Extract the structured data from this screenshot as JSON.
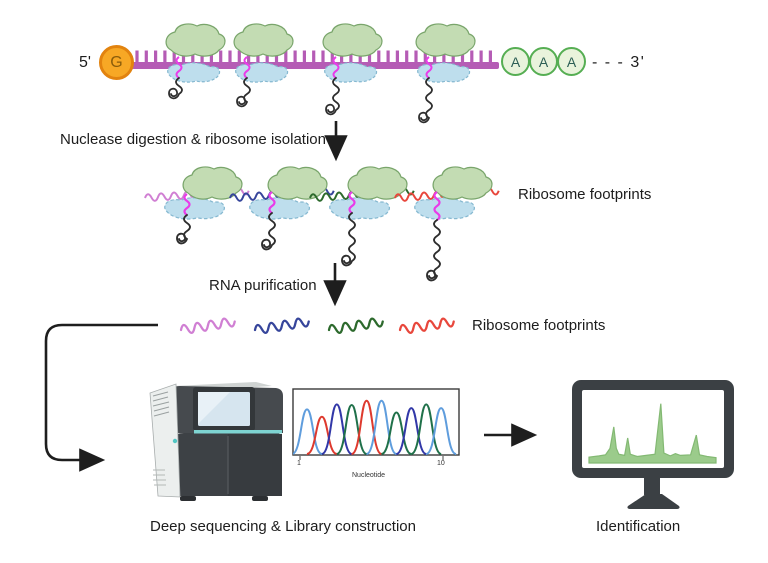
{
  "labels": {
    "five_prime": "5'",
    "cap": "G",
    "polya": [
      "A",
      "A",
      "A"
    ],
    "three_prime": "- - - 3'",
    "step1": "Nuclease digestion & ribosome isolation",
    "step2": "RNA purification",
    "footprints_a": "Ribosome footprints",
    "footprints_b": "Ribosome footprints",
    "deep_seq": "Deep sequencing & Library construction",
    "identification": "Identification"
  },
  "colors": {
    "mrna": "#b55cb5",
    "magenta_fragment": "#e93ce9",
    "cap_fill": "#f7a825",
    "cap_border": "#e2830f",
    "cap_letter": "#8a5c0a",
    "ribosome_large_subunit": "#c3dcb3",
    "ribosome_large_border": "#79a56b",
    "ribosome_small_subunit": "#bedeed",
    "ribosome_small_border": "#85b8d0",
    "polya_fill": "#e9f3dc",
    "polya_border": "#56ae53",
    "nascent_chain": "#2e2e2e",
    "footprint_pink": "#d07fd3",
    "footprint_navy": "#36459b",
    "footprint_green": "#2d6a2d",
    "footprint_red": "#e8473c",
    "arrow": "#1e1e1e",
    "trace_lightblue": "#5f9ddd",
    "trace_red": "#de3a2e",
    "trace_navy": "#3238a8",
    "trace_green": "#20714a",
    "monitor_chart_fill": "#9bcb8b",
    "monitor_chart_border": "#83b973",
    "machine_body": "#3d4145",
    "machine_accent_teal": "#7ed4d2"
  },
  "chart_data": [
    {
      "type": "line",
      "name": "sanger-chromatogram",
      "title": "",
      "xlabel": "Nucleotide",
      "ylabel": "",
      "x_ticks": [
        "1",
        "10"
      ],
      "x_range": [
        1,
        10
      ],
      "grid": false,
      "legend": "none",
      "peaks": [
        {
          "pos": 1,
          "base_color": "trace_lightblue",
          "height": 0.72
        },
        {
          "pos": 2,
          "base_color": "trace_red",
          "height": 0.6
        },
        {
          "pos": 3,
          "base_color": "trace_navy",
          "height": 0.8
        },
        {
          "pos": 4,
          "base_color": "trace_green",
          "height": 0.79
        },
        {
          "pos": 5,
          "base_color": "trace_red",
          "height": 0.86
        },
        {
          "pos": 6,
          "base_color": "trace_lightblue",
          "height": 0.86
        },
        {
          "pos": 7,
          "base_color": "trace_green",
          "height": 0.67
        },
        {
          "pos": 8,
          "base_color": "trace_navy",
          "height": 0.74
        },
        {
          "pos": 9,
          "base_color": "trace_green",
          "height": 0.8
        },
        {
          "pos": 10,
          "base_color": "trace_lightblue",
          "height": 0.74
        }
      ]
    },
    {
      "type": "area",
      "name": "identification-read-density",
      "title": "",
      "xlabel": "",
      "ylabel": "",
      "grid": false,
      "series_color_key": "monitor_chart_fill",
      "points": [
        [
          0,
          0.05
        ],
        [
          0.08,
          0.07
        ],
        [
          0.13,
          0.09
        ],
        [
          0.165,
          0.2
        ],
        [
          0.195,
          0.57
        ],
        [
          0.215,
          0.2
        ],
        [
          0.235,
          0.1
        ],
        [
          0.28,
          0.08
        ],
        [
          0.305,
          0.38
        ],
        [
          0.325,
          0.1
        ],
        [
          0.38,
          0.06
        ],
        [
          0.45,
          0.08
        ],
        [
          0.52,
          0.1
        ],
        [
          0.565,
          0.97
        ],
        [
          0.59,
          0.12
        ],
        [
          0.64,
          0.07
        ],
        [
          0.68,
          0.11
        ],
        [
          0.72,
          0.08
        ],
        [
          0.8,
          0.09
        ],
        [
          0.845,
          0.43
        ],
        [
          0.87,
          0.09
        ],
        [
          0.93,
          0.06
        ],
        [
          1,
          0.04
        ]
      ]
    }
  ]
}
